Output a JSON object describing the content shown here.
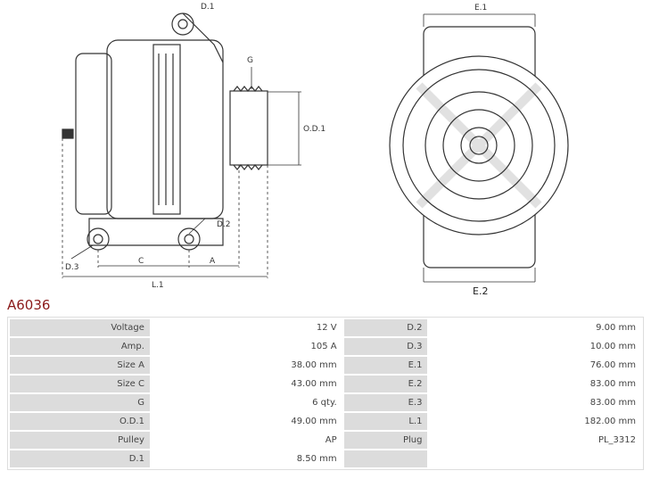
{
  "diagram": {
    "labels": {
      "d1": "D.1",
      "g": "G",
      "od1": "O.D.1",
      "d2": "D.2",
      "d3": "D.3",
      "c": "C",
      "a": "A",
      "l1": "L.1",
      "e1": "E.1",
      "e2": "E.2"
    }
  },
  "product": {
    "code": "A6036"
  },
  "specs": [
    {
      "k1": "Voltage",
      "v1": "12 V",
      "k2": "D.2",
      "v2": "9.00 mm"
    },
    {
      "k1": "Amp.",
      "v1": "105 A",
      "k2": "D.3",
      "v2": "10.00 mm"
    },
    {
      "k1": "Size A",
      "v1": "38.00 mm",
      "k2": "E.1",
      "v2": "76.00 mm"
    },
    {
      "k1": "Size C",
      "v1": "43.00 mm",
      "k2": "E.2",
      "v2": "83.00 mm"
    },
    {
      "k1": "G",
      "v1": "6 qty.",
      "k2": "E.3",
      "v2": "83.00 mm"
    },
    {
      "k1": "O.D.1",
      "v1": "49.00 mm",
      "k2": "L.1",
      "v2": "182.00 mm"
    },
    {
      "k1": "Pulley",
      "v1": "AP",
      "k2": "Plug",
      "v2": "PL_3312"
    },
    {
      "k1": "D.1",
      "v1": "8.50 mm",
      "k2": "",
      "v2": ""
    }
  ]
}
